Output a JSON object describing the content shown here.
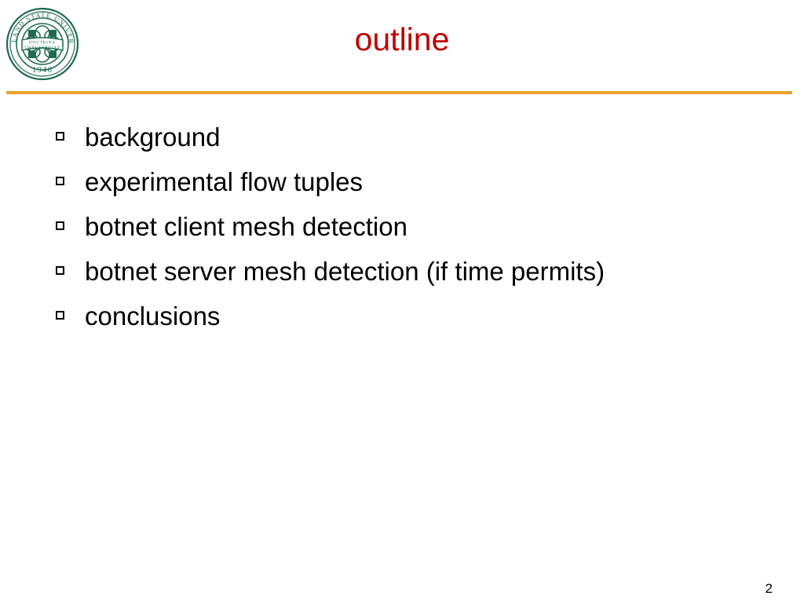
{
  "slide": {
    "title": "outline",
    "page_number": "2",
    "accent_rule_color": "#EBA42A",
    "title_color": "#C00000",
    "body_color": "#000000",
    "background_color": "#FFFFFF"
  },
  "logo": {
    "name": "portland-state-university-seal",
    "color": "#1F6B4B",
    "outer_text_top": "PORTLAND STATE",
    "outer_text_bottom": "UNIVERSITY",
    "motto_line1": "DOCTRINA",
    "motto_line2": "URBI SERVIAT",
    "year": "1946"
  },
  "bullets": [
    {
      "marker": "hollow-square",
      "label": "background"
    },
    {
      "marker": "hollow-square",
      "label": "experimental flow tuples"
    },
    {
      "marker": "hollow-square",
      "label": "botnet client mesh detection"
    },
    {
      "marker": "hollow-square",
      "label": "botnet server mesh detection (if time permits)"
    },
    {
      "marker": "hollow-square",
      "label": "conclusions"
    }
  ]
}
